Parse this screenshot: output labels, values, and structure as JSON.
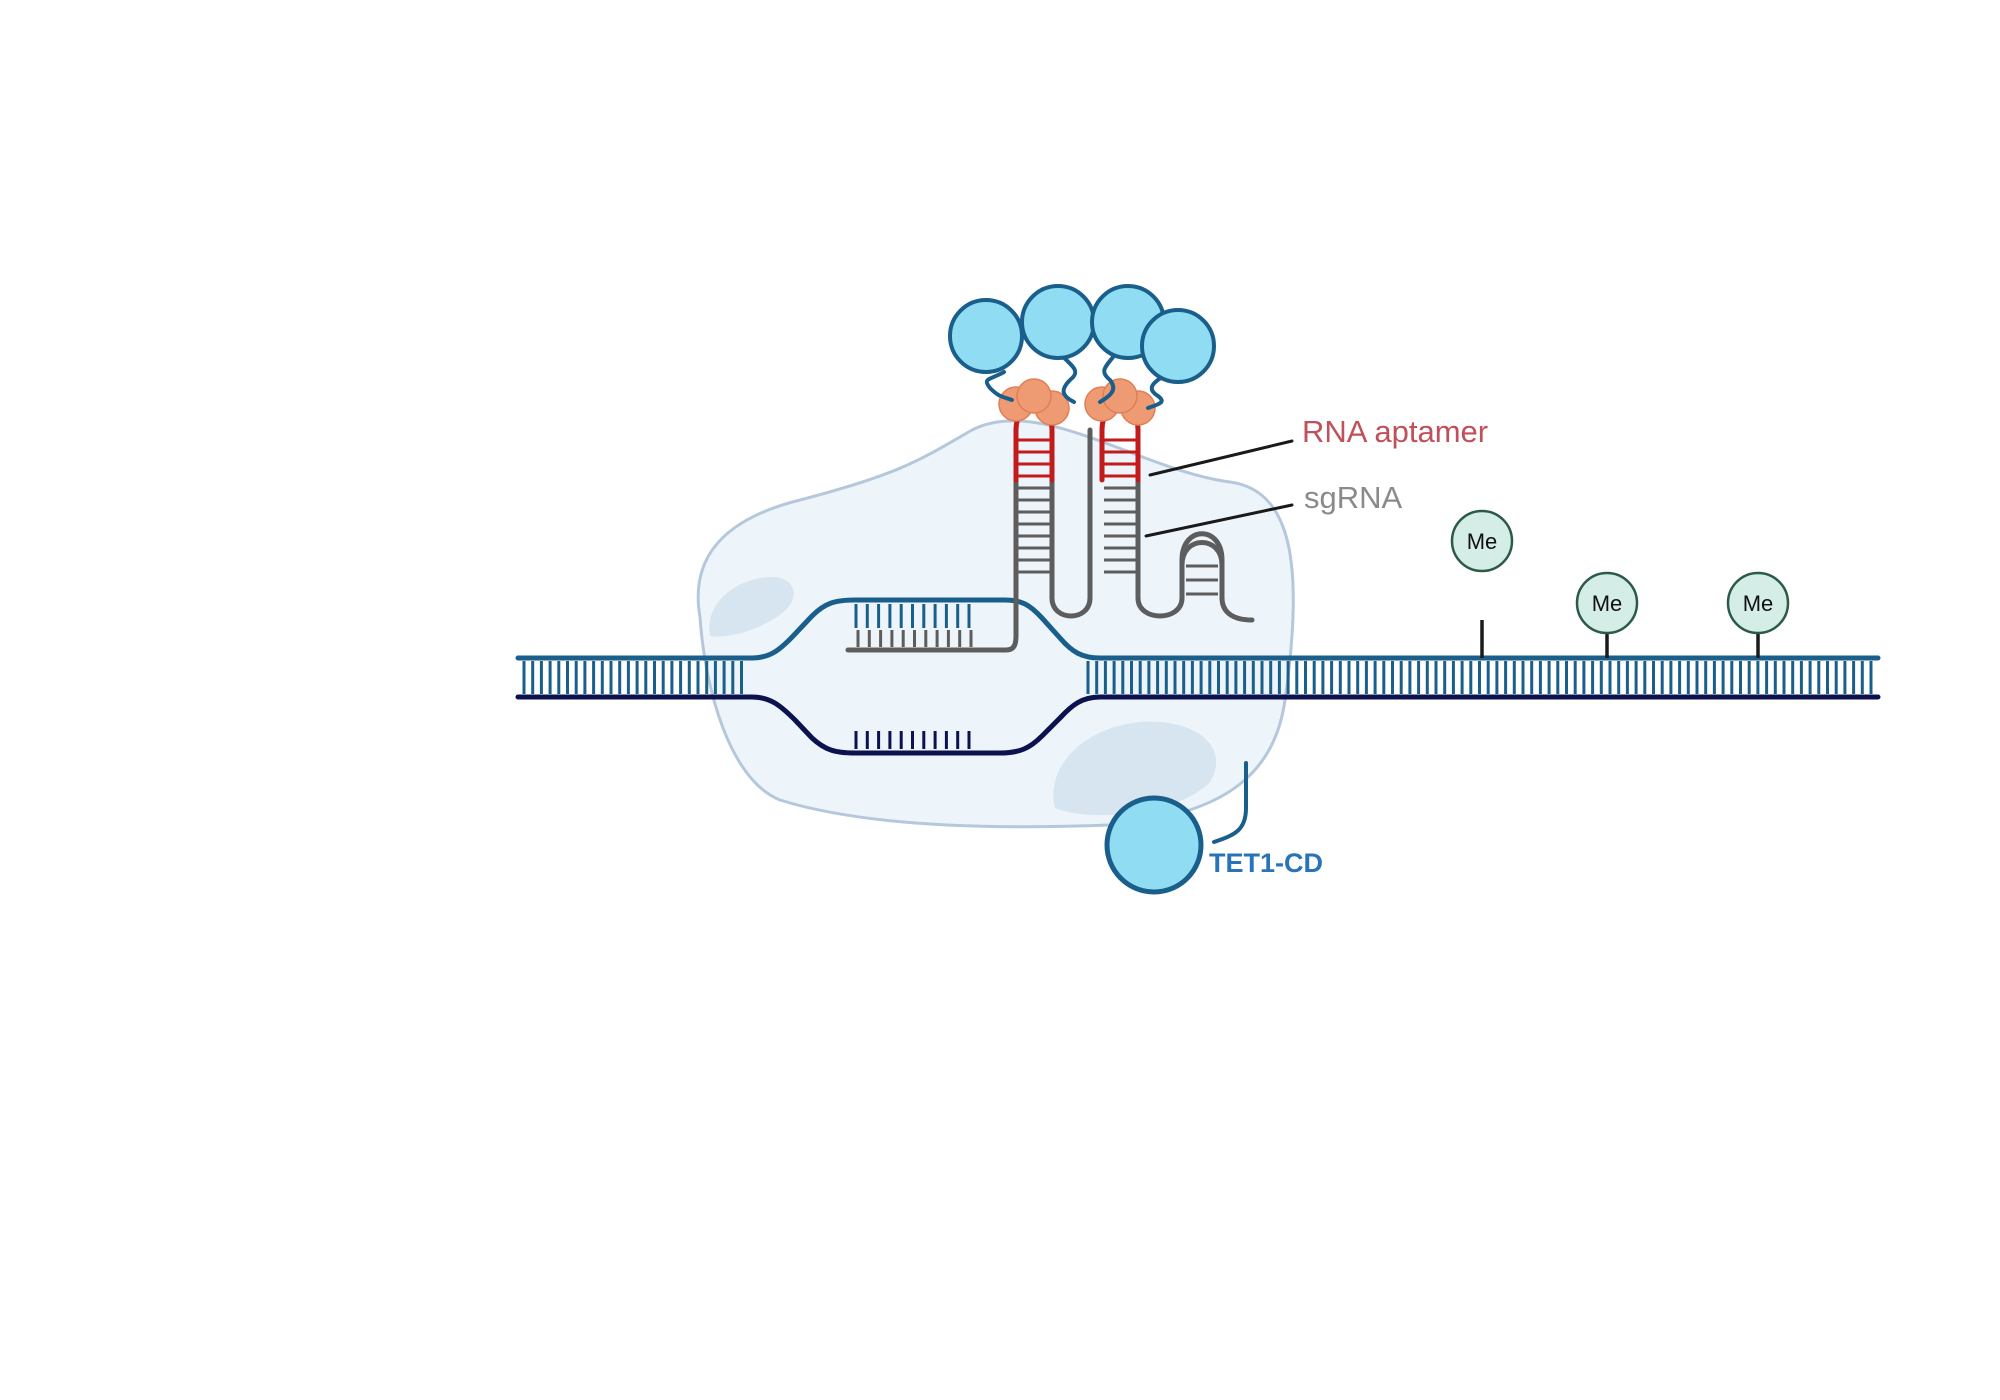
{
  "labels": {
    "rna_aptamer": "RNA aptamer",
    "sgrna": "sgRNA",
    "tet1_cd": "TET1-CD"
  },
  "methyl_marks": [
    {
      "text": "Me",
      "state": "removed"
    },
    {
      "text": "Me",
      "state": "present"
    },
    {
      "text": "Me",
      "state": "present"
    }
  ],
  "colors": {
    "dna_top": "#1a5f8c",
    "dna_bottom": "#0c1150",
    "protein_fill": "#eef5fa",
    "protein_stroke": "#b5c8db",
    "protein_patch": "#d6e5f0",
    "rna": "#5d5d5d",
    "aptamer": "#c21b1b",
    "coat_protein": "#ee9b73",
    "effector_fill": "#90dcf2",
    "effector_stroke": "#1a5f8c",
    "methyl_fill": "#d4ede7",
    "methyl_stroke": "#2b5a48",
    "label_aptamer": "#c0505a",
    "label_sgrna": "#8a8a8a",
    "label_tet": "#2874b8",
    "leader": "#1a1a1a"
  }
}
